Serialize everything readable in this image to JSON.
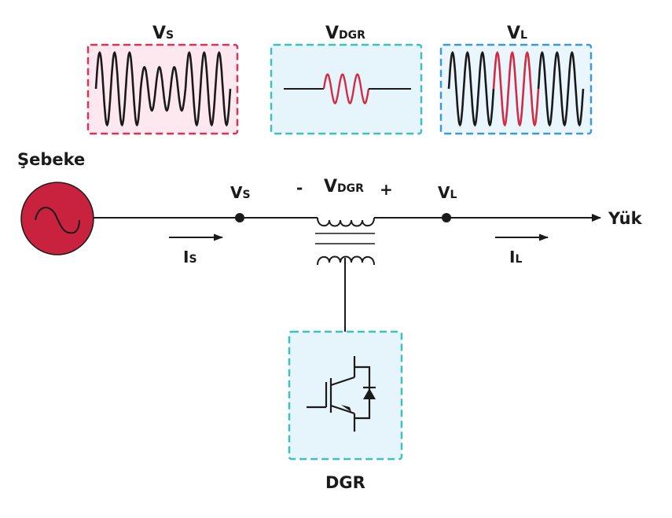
{
  "colors": {
    "vs_panel_stroke": "#d8345a",
    "vs_panel_fill": "#fde8ef",
    "teal_stroke": "#3cc0c0",
    "teal_fill": "#e6f5fc",
    "vl_panel_stroke": "#3a9ad9",
    "vl_panel_fill": "#eaf6fd",
    "source_fill": "#c8223f",
    "highlight_wave": "#d42b45",
    "line": "#1a1a1a"
  },
  "panels": {
    "vs": {
      "label_main": "V",
      "label_sub": "S",
      "description": "Source voltage with a sag (reduced amplitude) in the middle cycles"
    },
    "vdgr": {
      "label_main": "V",
      "label_sub": "DGR",
      "description": "Injected compensating voltage during sag"
    },
    "vl": {
      "label_main": "V",
      "label_sub": "L",
      "description": "Restored load voltage; compensated cycles highlighted"
    }
  },
  "waves": {
    "vs": {
      "cycles": 9,
      "sag_start_cycle": 3,
      "sag_end_cycle": 6,
      "normal_amplitude": 1.0,
      "sag_amplitude": 0.6
    },
    "vdgr": {
      "cycles": 3,
      "amplitude": 0.4
    },
    "vl": {
      "cycles": 9,
      "highlight_start_cycle": 3,
      "highlight_end_cycle": 6,
      "amplitude": 1.0
    }
  },
  "circuit": {
    "source_label": "Şebeke",
    "load_label": "Yük",
    "node_vs": {
      "main": "V",
      "sub": "S"
    },
    "node_vl": {
      "main": "V",
      "sub": "L"
    },
    "transformer_label": {
      "main": "V",
      "sub": "DGR"
    },
    "polarity_minus": "-",
    "polarity_plus": "+",
    "current_is": {
      "main": "I",
      "sub": "S"
    },
    "current_il": {
      "main": "I",
      "sub": "L"
    },
    "device_label": "DGR"
  }
}
